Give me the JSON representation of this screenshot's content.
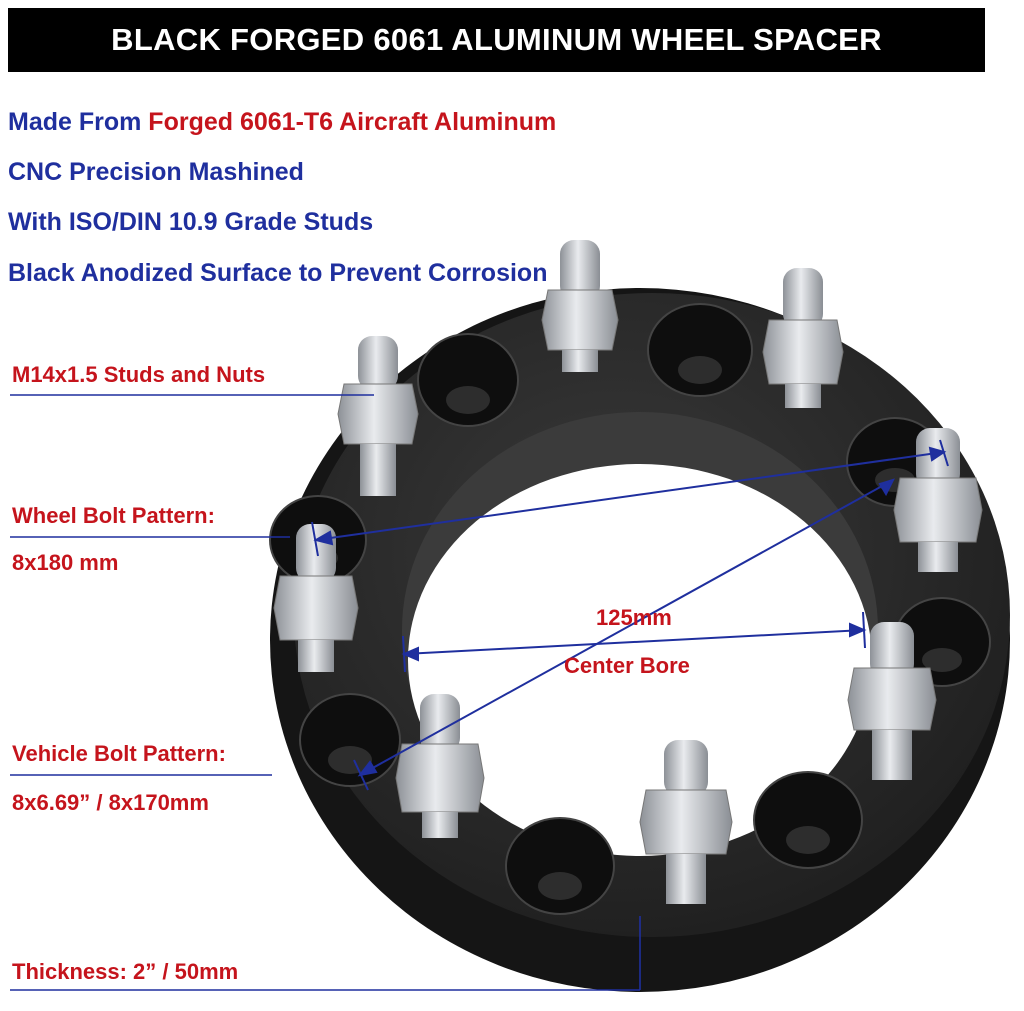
{
  "title": "BLACK FORGED 6061 ALUMINUM WHEEL SPACER",
  "features": [
    {
      "prefix": "Made From ",
      "highlight": "Forged 6061-T6 Aircraft Aluminum"
    },
    {
      "prefix": "CNC Precision Mashined",
      "highlight": ""
    },
    {
      "prefix": "With ISO/DIN 10.9 Grade Studs",
      "highlight": ""
    },
    {
      "prefix": "Black Anodized Surface to Prevent Corrosion",
      "highlight": ""
    }
  ],
  "callouts": {
    "studs": "M14x1.5 Studs and Nuts",
    "wheel_pattern_label": "Wheel Bolt Pattern:",
    "wheel_pattern_value": "8x180 mm",
    "center_bore_size": "125mm",
    "center_bore_label": "Center Bore",
    "vehicle_pattern_label": "Vehicle Bolt Pattern:",
    "vehicle_pattern_value": "8x6.69” / 8x170mm",
    "thickness": "Thickness: 2” / 50mm"
  },
  "colors": {
    "banner_bg": "#000000",
    "feature_blue": "#1f2f9e",
    "accent_red": "#c5141c",
    "spacer_black": "#2a2a2a",
    "stud_silver": "#c9ccd1"
  }
}
